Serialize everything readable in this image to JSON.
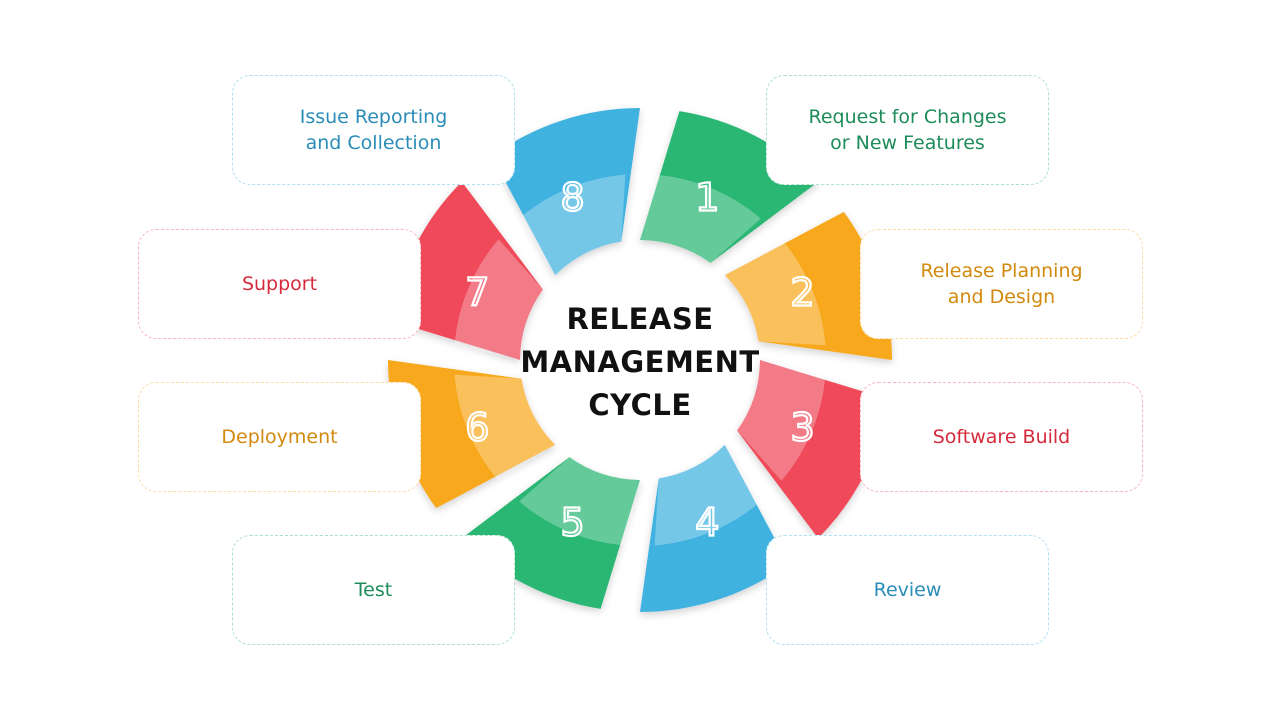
{
  "title": {
    "lines": [
      "RELEASE",
      "MANAGEMENT",
      "CYCLE"
    ]
  },
  "colors": {
    "green": "#2BB673",
    "orange": "#F7A81C",
    "red": "#EF4A5A",
    "blue": "#3FB2E0",
    "green_text": "#1E8C5A",
    "orange_text": "#D28A0E",
    "red_text": "#D62A3C",
    "blue_text": "#2A8DB8"
  },
  "steps": [
    {
      "number": "1",
      "label": "Request for Changes\nor New Features",
      "color": "#2BB673",
      "text_color": "#1E8C5A"
    },
    {
      "number": "2",
      "label": "Release Planning\nand Design",
      "color": "#F7A81C",
      "text_color": "#D28A0E"
    },
    {
      "number": "3",
      "label": "Software Build",
      "color": "#EF4A5A",
      "text_color": "#D62A3C"
    },
    {
      "number": "4",
      "label": "Review",
      "color": "#3FB2E0",
      "text_color": "#2A8DB8"
    },
    {
      "number": "5",
      "label": "Test",
      "color": "#2BB673",
      "text_color": "#1E8C5A"
    },
    {
      "number": "6",
      "label": "Deployment",
      "color": "#F7A81C",
      "text_color": "#D28A0E"
    },
    {
      "number": "7",
      "label": "Support",
      "color": "#EF4A5A",
      "text_color": "#D62A3C"
    },
    {
      "number": "8",
      "label": "Issue Reporting\nand Collection",
      "color": "#3FB2E0",
      "text_color": "#2A8DB8"
    }
  ]
}
